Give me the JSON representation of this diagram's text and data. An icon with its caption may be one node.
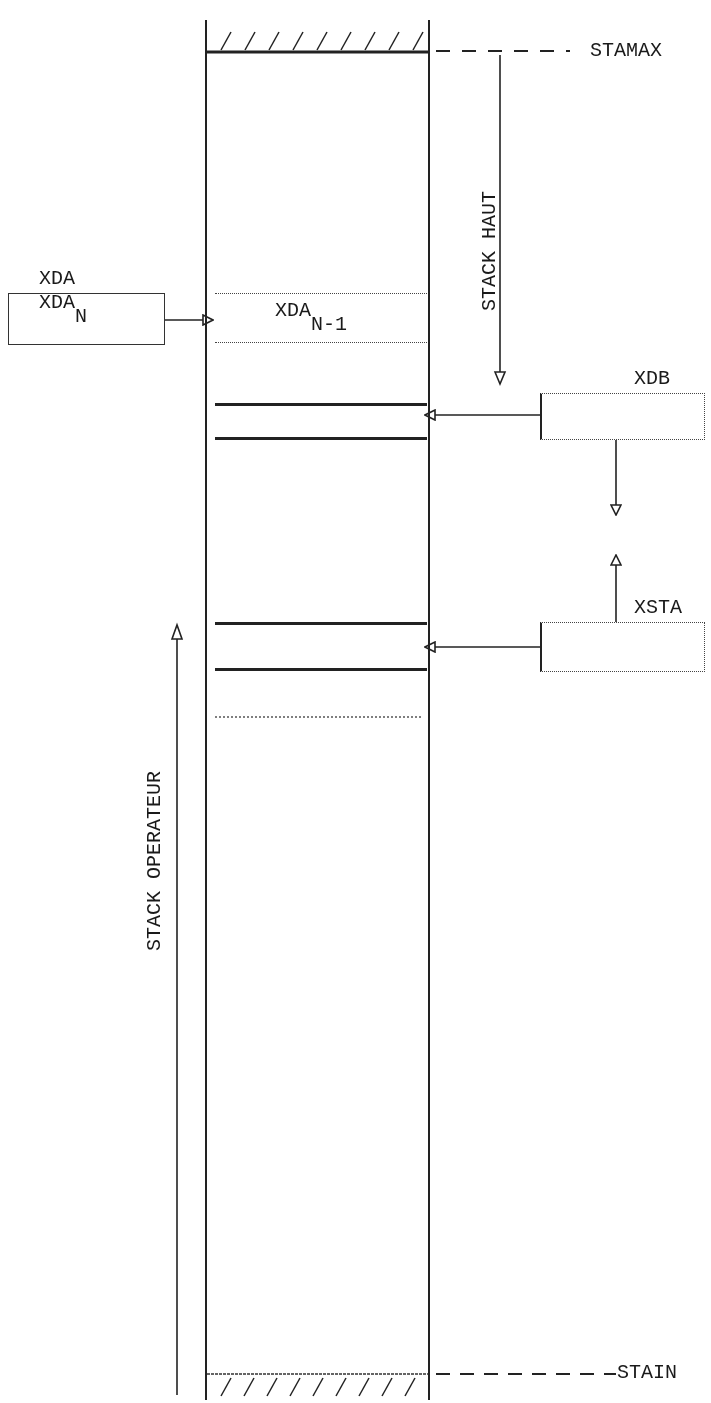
{
  "diagram": {
    "nodes": [
      {
        "text": [],
        "shape": "box"
      },
      {
        "text": [
          "XDA",
          "XDA$_{N}$"
        ]
      },
      {
        "text": [
          "XDA$_{N-1}$"
        ],
        "in": 0
      },
      {
        "text": [],
        "shape": "box",
        "in": 0
      },
      {
        "text": [],
        "shape": "box",
        "in": 0
      },
      {
        "text": [
          "XDB"
        ]
      },
      {
        "text": [
          "XSTA"
        ]
      }
    ],
    "edges": [
      {
        "from": 1,
        "to": 2,
        "arrow": "to"
      },
      {
        "from": 5,
        "to": 3,
        "arrow": "to"
      },
      {
        "from": 6,
        "to": 4,
        "arrow": "to"
      },
      {
        "from": 5,
        "to": null,
        "arrow": "to"
      },
      {
        "from": 6,
        "to": null,
        "arrow": "to"
      }
    ],
    "labels": [
      "STAMAX",
      "STACK HAUT",
      "STACK OPERATEUR",
      "STAIN"
    ]
  }
}
